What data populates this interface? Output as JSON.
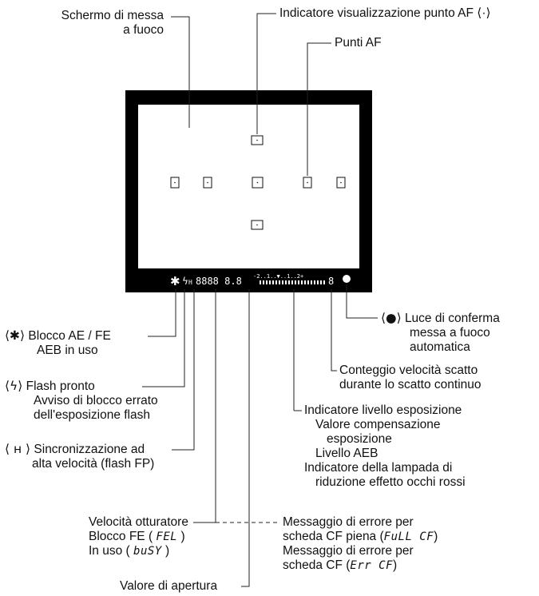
{
  "labels": {
    "focus_screen_1": "Schermo di messa",
    "focus_screen_2": "a fuoco",
    "af_display": "Indicatore visualizzazione punto AF ⟨·⟩",
    "af_points": "Punti AF",
    "ae_lock_sym": "⟨✱⟩",
    "ae_lock_1": "Blocco AE / FE",
    "ae_lock_2": "AEB in uso",
    "focus_confirm_sym": "⟨●⟩",
    "focus_confirm_1": "Luce di conferma",
    "focus_confirm_2": "messa a fuoco",
    "focus_confirm_3": "automatica",
    "burst_1": "Conteggio velocità scatto",
    "burst_2": "durante lo scatto continuo",
    "flash_sym": "⟨ϟ⟩",
    "flash_1": "Flash pronto",
    "flash_2": "Avviso di blocco errato",
    "flash_3": "dell'esposizione flash",
    "exposure_1": "Indicatore livello esposizione",
    "exposure_2": "Valore compensazione",
    "exposure_3": "esposizione",
    "exposure_4": "Livello AEB",
    "exposure_5": "Indicatore della lampada di",
    "exposure_6": "riduzione effetto occhi rossi",
    "hsync_sym": "⟨ ʜ ⟩",
    "hsync_1": "Sincronizzazione ad",
    "hsync_2": "alta velocità (flash FP)",
    "shutter_1": "Velocità otturatore",
    "shutter_2_pre": "Blocco FE  (",
    "shutter_2_seg": "FEL",
    "shutter_2_post": ")",
    "shutter_3_pre": "In uso (",
    "shutter_3_seg": "buSY",
    "shutter_3_post": ")",
    "card_full_1": "Messaggio di errore per",
    "card_full_2_pre": "scheda CF piena (",
    "card_full_2_seg": "FuLL CF",
    "card_full_2_post": ")",
    "card_err_1": "Messaggio di errore per",
    "card_err_2_pre": "scheda CF (",
    "card_err_2_seg": "Err CF",
    "card_err_2_post": ")",
    "aperture": "Valore di apertura"
  },
  "viewfinder": {
    "info_segments": "8888  8.8",
    "scale_text": "-2..1..▼..1..2+",
    "burst_digit": "8",
    "flash_h": "H",
    "colors": {
      "frame": "#000000",
      "screen": "#ffffff",
      "lines": "#222222"
    }
  }
}
